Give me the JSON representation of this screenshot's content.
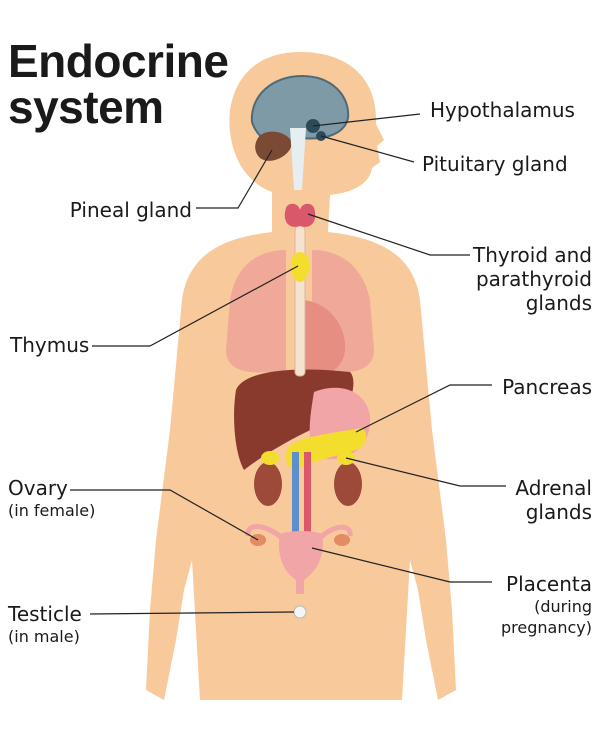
{
  "title": {
    "line1": "Endocrine",
    "line2": "system"
  },
  "labels": {
    "hypothalamus": "Hypothalamus",
    "pituitary": "Pituitary gland",
    "pineal": "Pineal gland",
    "thyroid": {
      "line1": "Thyroid and",
      "line2": "parathyroid",
      "line3": "glands"
    },
    "thymus": "Thymus",
    "pancreas": "Pancreas",
    "ovary": {
      "main": "Ovary",
      "note": "(in female)"
    },
    "adrenal": {
      "line1": "Adrenal",
      "line2": "glands"
    },
    "placenta": {
      "main": "Placenta",
      "note1": "(during",
      "note2": "pregnancy)"
    },
    "testicle": {
      "main": "Testicle",
      "note": "(in male)"
    }
  },
  "colors": {
    "skin": "#f8c99a",
    "lung": "#f0a999",
    "liver": "#8a3a2c",
    "brain": "#7f9aa7",
    "gland": "#f3de2e",
    "thyroid": "#d9586a",
    "leader_line": "#222222"
  }
}
